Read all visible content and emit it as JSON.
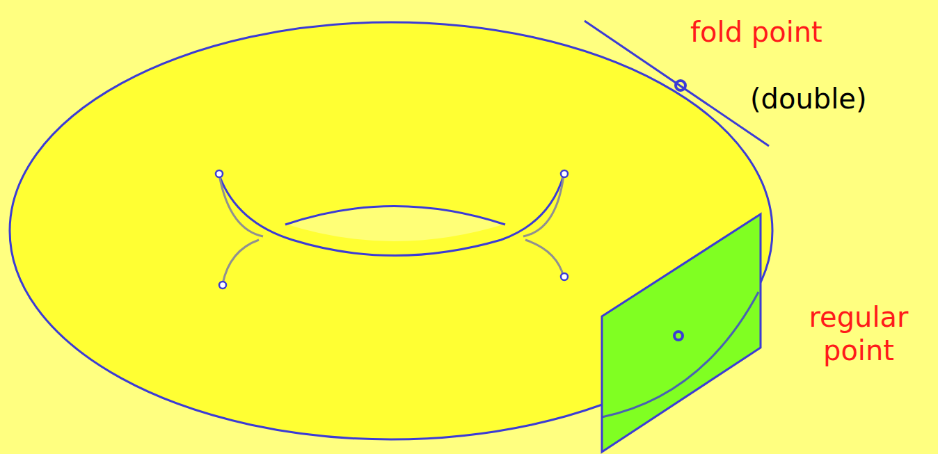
{
  "diagram": {
    "labels": [
      "fold point",
      "(double)",
      "regular point"
    ]
  }
}
